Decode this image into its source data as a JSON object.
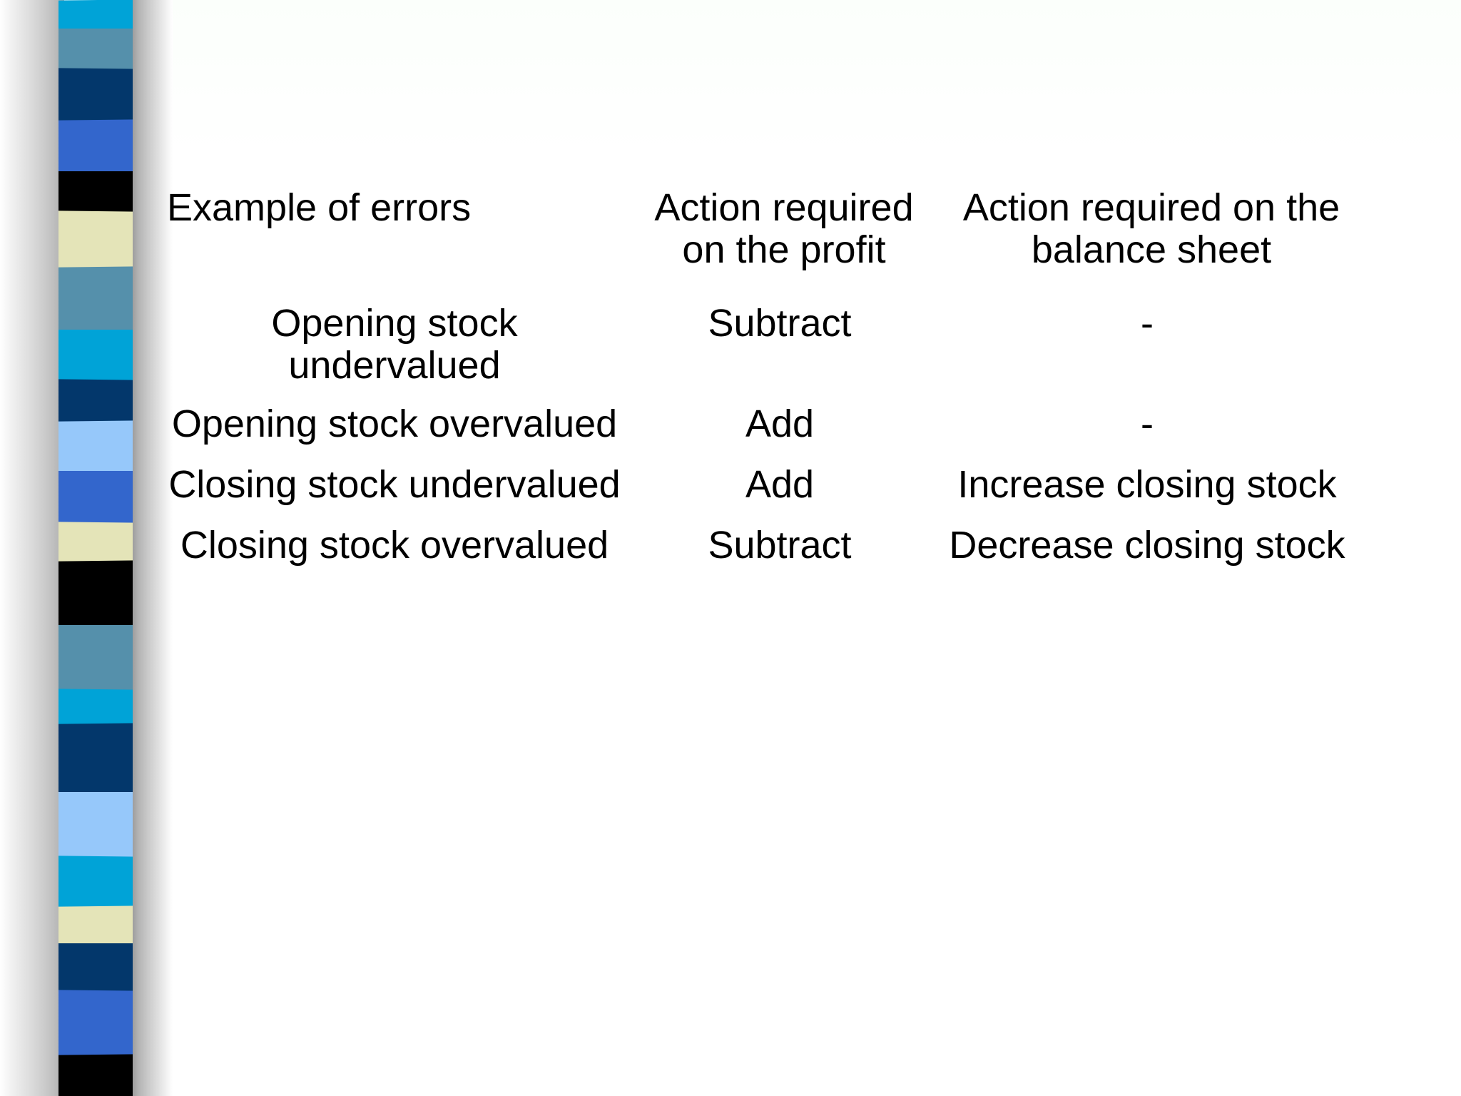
{
  "slide": {
    "background_color": "#ffffff",
    "accent_colors": {
      "cyan": "#00a3d7",
      "steel_blue": "#5590ab",
      "navy": "#03376b",
      "royal_blue": "#3366cc",
      "black": "#000000",
      "khaki": "#e4e4b8",
      "light_blue": "#96c8fa",
      "gray_gradient": "#b6b6b6"
    },
    "decoration": {
      "name": "vertical-striped-band",
      "bands": [
        {
          "color": "#00a3d7",
          "height": 40
        },
        {
          "color": "#5590ab",
          "height": 56
        },
        {
          "color": "#03376b",
          "height": 72
        },
        {
          "color": "#3366cc",
          "height": 72
        },
        {
          "color": "#000000",
          "height": 56
        },
        {
          "color": "#e4e4b8",
          "height": 78
        },
        {
          "color": "#5590ab",
          "height": 88
        },
        {
          "color": "#00a3d7",
          "height": 70
        },
        {
          "color": "#03376b",
          "height": 58
        },
        {
          "color": "#96c8fa",
          "height": 70
        },
        {
          "color": "#3366cc",
          "height": 72
        },
        {
          "color": "#e4e4b8",
          "height": 54
        },
        {
          "color": "#000000",
          "height": 90
        },
        {
          "color": "#5590ab",
          "height": 90
        },
        {
          "color": "#00a3d7",
          "height": 48
        },
        {
          "color": "#03376b",
          "height": 96
        },
        {
          "color": "#96c8fa",
          "height": 90
        },
        {
          "color": "#00a3d7",
          "height": 70
        },
        {
          "color": "#e4e4b8",
          "height": 52
        },
        {
          "color": "#03376b",
          "height": 66
        },
        {
          "color": "#3366cc",
          "height": 90
        },
        {
          "color": "#000000",
          "height": 58
        }
      ]
    }
  },
  "table": {
    "columns": [
      "Example of errors",
      "Action required on the profit",
      "Action required on the balance sheet"
    ],
    "rows": [
      {
        "error": "Opening stock undervalued",
        "profit_action": "Subtract",
        "balance_sheet_action": "-"
      },
      {
        "error": "Opening stock overvalued",
        "profit_action": "Add",
        "balance_sheet_action": "-"
      },
      {
        "error": "Closing stock undervalued",
        "profit_action": "Add",
        "balance_sheet_action": "Increase closing stock"
      },
      {
        "error": "Closing stock overvalued",
        "profit_action": "Subtract",
        "balance_sheet_action": "Decrease closing stock"
      }
    ]
  }
}
